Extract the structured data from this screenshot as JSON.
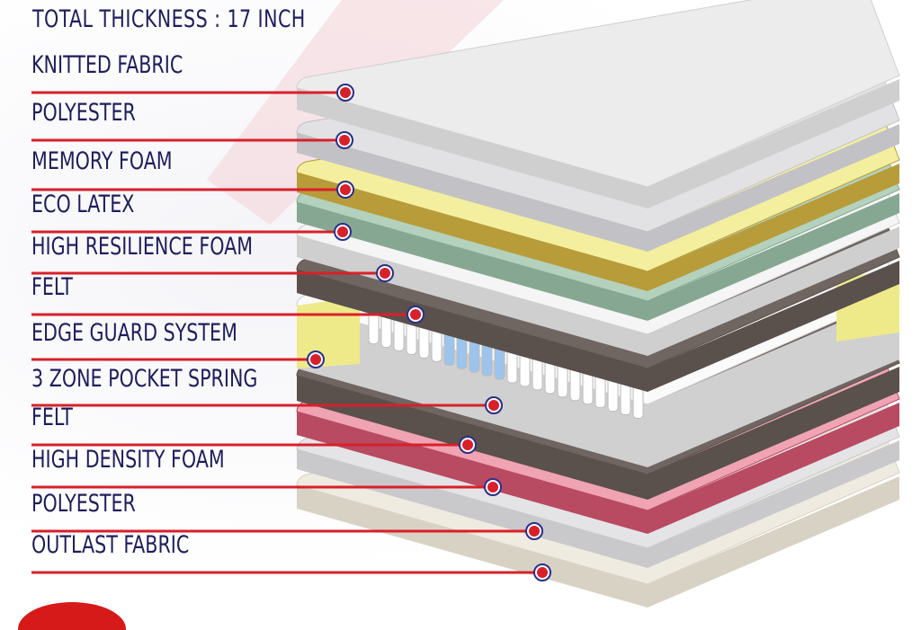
{
  "title": "TOTAL THICKNESS : 17 INCH",
  "layers": [
    {
      "label": "KNITTED FABRIC"
    },
    {
      "label": "POLYESTER"
    },
    {
      "label": "MEMORY FOAM"
    },
    {
      "label": "ECO LATEX"
    },
    {
      "label": "HIGH RESILIENCE FOAM"
    },
    {
      "label": "FELT"
    },
    {
      "label": "EDGE GUARD SYSTEM"
    },
    {
      "label": "3 ZONE POCKET SPRING"
    },
    {
      "label": "FELT"
    },
    {
      "label": "HIGH DENSITY FOAM"
    },
    {
      "label": "POLYESTER"
    },
    {
      "label": "OUTLAST FABRIC"
    }
  ],
  "colors": {
    "text": "#1f1d5c",
    "line": "#d8202a",
    "dot_ring": "#2a2f8a"
  }
}
